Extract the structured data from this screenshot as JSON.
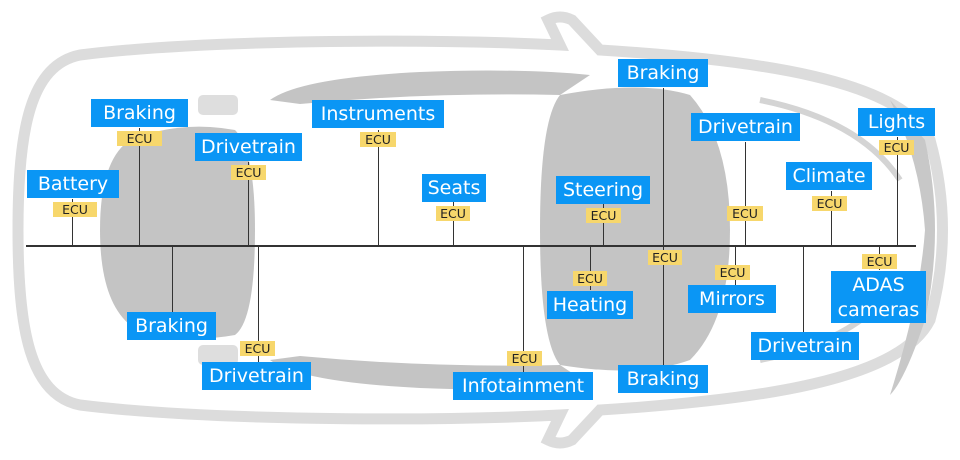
{
  "ecu_label": "ECU",
  "colors": {
    "label_bg": "#0a96f5",
    "ecu_bg": "#f7d76c",
    "car_body": "#d9d9d9",
    "car_glass": "#c4c4c4"
  },
  "units": [
    {
      "name": "Battery"
    },
    {
      "name": "Braking"
    },
    {
      "name": "Drivetrain"
    },
    {
      "name": "Instruments"
    },
    {
      "name": "Seats"
    },
    {
      "name": "Steering"
    },
    {
      "name": "Braking"
    },
    {
      "name": "Braking"
    },
    {
      "name": "Drivetrain"
    },
    {
      "name": "Climate"
    },
    {
      "name": "Lights"
    },
    {
      "name": "Braking"
    },
    {
      "name": "Drivetrain"
    },
    {
      "name": "Infotainment"
    },
    {
      "name": "Heating"
    },
    {
      "name": "Mirrors"
    },
    {
      "name": "Drivetrain"
    },
    {
      "name": "ADAS cameras",
      "line1": "ADAS",
      "line2": "cameras"
    }
  ]
}
